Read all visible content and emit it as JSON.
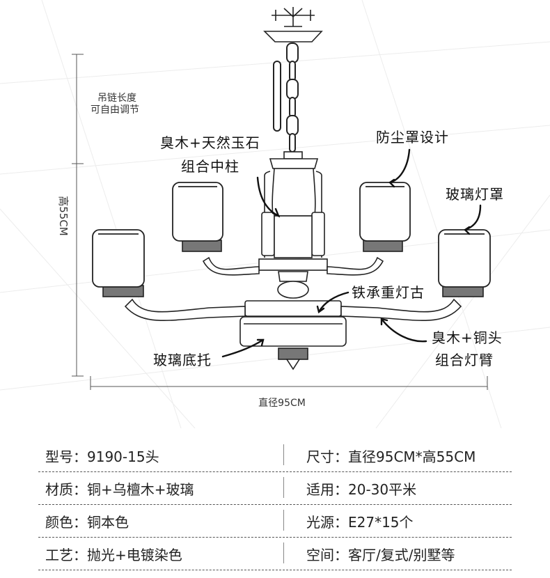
{
  "annotations": {
    "chain_length": [
      "吊链长度",
      "可自由调节"
    ],
    "center_column": [
      "臭木+天然玉石",
      "组合中柱"
    ],
    "dust_cover": "防尘罩设计",
    "glass_shade": "玻璃灯罩",
    "iron_bearing": "铁承重灯古",
    "glass_base": "玻璃底托",
    "arm": [
      "臭木+铜头",
      "组合灯臂"
    ]
  },
  "dimensions": {
    "height": "高55CM",
    "diameter": "直径95CM"
  },
  "specs": [
    {
      "left": "型号：9190-15头",
      "right": "尺寸：直径95CM*高55CM"
    },
    {
      "left": "材质：铜+乌檀木+玻璃",
      "right": "适用：20-30平米"
    },
    {
      "left": "颜色：铜本色",
      "right": "光源：E27*15个"
    },
    {
      "left": "工艺：抛光+电镀染色",
      "right": "空间：客厅/复式/别墅等"
    }
  ],
  "colors": {
    "line": "#333333",
    "grid": "#e6e6e6"
  }
}
